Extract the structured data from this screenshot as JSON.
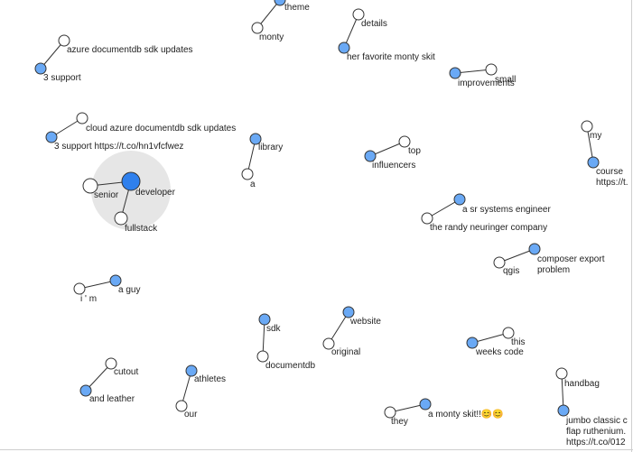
{
  "graph": {
    "colors": {
      "background": "#ffffff",
      "node_highlight": "#6aa9f5",
      "node_plain": "#ffffff",
      "selected_fill": "#2f80ed",
      "halo": "#e6e6e6",
      "edge": "#333333"
    },
    "nodes": [
      {
        "id": "theme",
        "label": "theme",
        "highlight": true
      },
      {
        "id": "monty",
        "label": "monty",
        "highlight": false
      },
      {
        "id": "details",
        "label": "details",
        "highlight": false
      },
      {
        "id": "her_fav",
        "label": "her favorite monty skit",
        "highlight": true
      },
      {
        "id": "azure_upd",
        "label": "azure documentdb sdk updates",
        "highlight": false
      },
      {
        "id": "support3",
        "label": "3 support",
        "highlight": true
      },
      {
        "id": "small",
        "label": "small",
        "highlight": false
      },
      {
        "id": "improvements",
        "label": "improvements",
        "highlight": true
      },
      {
        "id": "cloud_azure",
        "label": "cloud azure documentdb sdk updates",
        "highlight": false
      },
      {
        "id": "support3_link",
        "label": "3 support https://t.co/hn1vfcfwez",
        "highlight": true
      },
      {
        "id": "library",
        "label": "library",
        "highlight": true
      },
      {
        "id": "a",
        "label": "a",
        "highlight": false
      },
      {
        "id": "my",
        "label": "my",
        "highlight": false
      },
      {
        "id": "course",
        "label": "course\nhttps://t.",
        "highlight": true
      },
      {
        "id": "top",
        "label": "top",
        "highlight": false
      },
      {
        "id": "influencers",
        "label": "influencers",
        "highlight": true
      },
      {
        "id": "senior",
        "label": "senior",
        "highlight": false
      },
      {
        "id": "developer",
        "label": "developer",
        "highlight": true,
        "selected": true
      },
      {
        "id": "fullstack",
        "label": "fullstack",
        "highlight": false
      },
      {
        "id": "sr_eng",
        "label": "a sr systems engineer",
        "highlight": true
      },
      {
        "id": "randy",
        "label": "the randy neuringer company",
        "highlight": false
      },
      {
        "id": "composer",
        "label": "composer export\nproblem",
        "highlight": true
      },
      {
        "id": "qgis",
        "label": "qgis",
        "highlight": false
      },
      {
        "id": "im",
        "label": "i ' m",
        "highlight": false
      },
      {
        "id": "aguy",
        "label": "a guy",
        "highlight": true
      },
      {
        "id": "website",
        "label": "website",
        "highlight": true
      },
      {
        "id": "original",
        "label": "original",
        "highlight": false
      },
      {
        "id": "sdk",
        "label": "sdk",
        "highlight": true
      },
      {
        "id": "documentdb",
        "label": "documentdb",
        "highlight": false
      },
      {
        "id": "this",
        "label": "this",
        "highlight": false
      },
      {
        "id": "weeks_code",
        "label": "weeks code",
        "highlight": true
      },
      {
        "id": "cutout",
        "label": "cutout",
        "highlight": false
      },
      {
        "id": "leather",
        "label": "and leather",
        "highlight": true
      },
      {
        "id": "athletes",
        "label": "athletes",
        "highlight": true
      },
      {
        "id": "our",
        "label": "our",
        "highlight": false
      },
      {
        "id": "handbag",
        "label": "handbag",
        "highlight": false
      },
      {
        "id": "jumbo",
        "label": "jumbo classic c\nflap ruthenium.\nhttps://t.co/012",
        "highlight": true
      },
      {
        "id": "they",
        "label": "they",
        "highlight": false
      },
      {
        "id": "monty_skit",
        "label": "a monty skit!!😊😊",
        "highlight": true
      }
    ],
    "edges": [
      [
        "theme",
        "monty"
      ],
      [
        "details",
        "her_fav"
      ],
      [
        "azure_upd",
        "support3"
      ],
      [
        "small",
        "improvements"
      ],
      [
        "cloud_azure",
        "support3_link"
      ],
      [
        "library",
        "a"
      ],
      [
        "my",
        "course"
      ],
      [
        "top",
        "influencers"
      ],
      [
        "senior",
        "developer"
      ],
      [
        "developer",
        "fullstack"
      ],
      [
        "sr_eng",
        "randy"
      ],
      [
        "composer",
        "qgis"
      ],
      [
        "im",
        "aguy"
      ],
      [
        "website",
        "original"
      ],
      [
        "sdk",
        "documentdb"
      ],
      [
        "this",
        "weeks_code"
      ],
      [
        "cutout",
        "leather"
      ],
      [
        "athletes",
        "our"
      ],
      [
        "handbag",
        "jumbo"
      ],
      [
        "they",
        "monty_skit"
      ]
    ]
  }
}
